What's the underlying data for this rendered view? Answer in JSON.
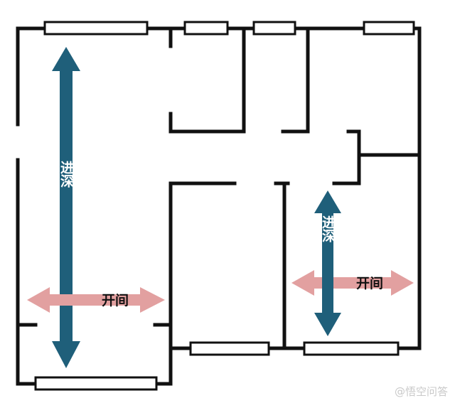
{
  "labels": {
    "depth_left": "进深",
    "width_left": "开间",
    "depth_right": "进深",
    "width_right": "开间"
  },
  "colors": {
    "depth_arrow": "#1f5f7a",
    "width_arrow": "#e2a0a0",
    "wall": "#111111",
    "depth_text": "#ffffff",
    "width_text": "#111111"
  },
  "watermark": "@悟空问答"
}
